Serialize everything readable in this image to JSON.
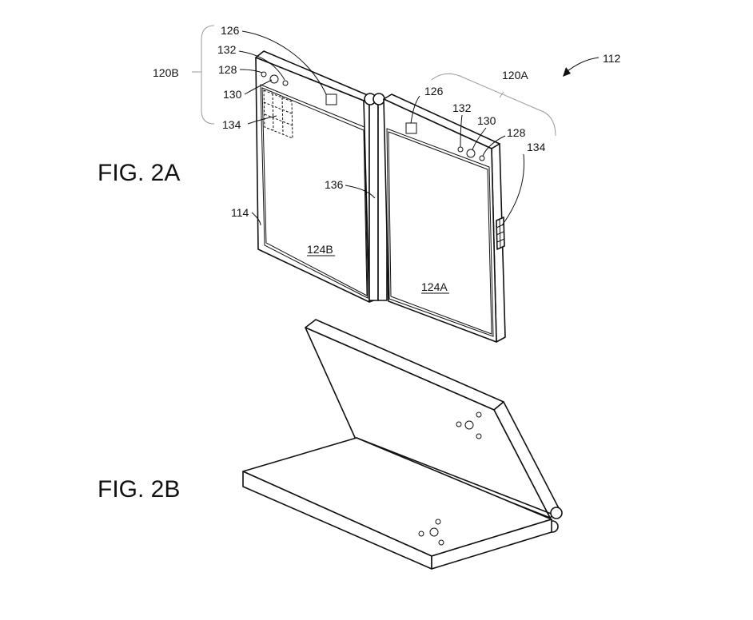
{
  "figures": {
    "fig_2a": "FIG. 2A",
    "fig_2b": "FIG. 2B"
  },
  "refs": {
    "r112": "112",
    "r120a": "120A",
    "r120b": "120B",
    "r126_left": "126",
    "r132_left": "132",
    "r128_left": "128",
    "r130_left": "130",
    "r134_left": "134",
    "r126_right": "126",
    "r132_right": "132",
    "r130_right": "130",
    "r128_right": "128",
    "r134_right": "134",
    "r136": "136",
    "r114": "114",
    "r124b": "124B",
    "r124a": "124A"
  }
}
